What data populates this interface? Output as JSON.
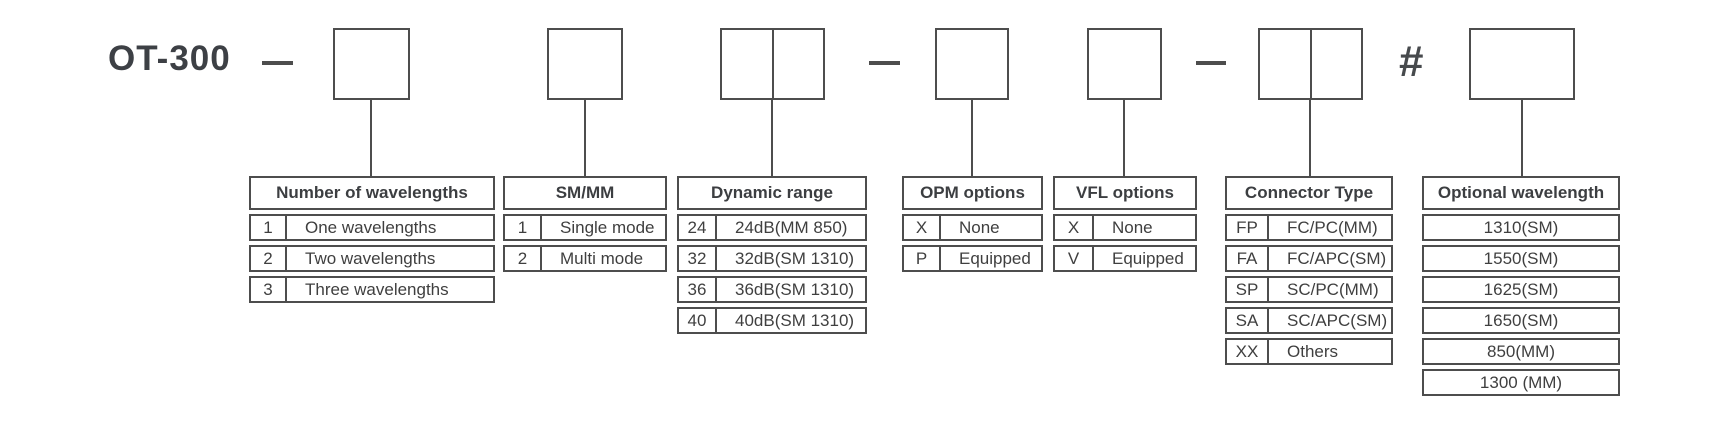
{
  "model": "OT-300",
  "hash_symbol": "#",
  "separator_dash": "—",
  "colors": {
    "line_and_border": "#4d4d4d",
    "text": "#3f3f3f",
    "title": "#3d4045"
  },
  "tables": [
    {
      "title": "Number of wavelengths",
      "rows": [
        {
          "code": "1",
          "label": "One wavelengths"
        },
        {
          "code": "2",
          "label": "Two wavelengths"
        },
        {
          "code": "3",
          "label": "Three wavelengths"
        }
      ]
    },
    {
      "title": "SM/MM",
      "rows": [
        {
          "code": "1",
          "label": "Single mode"
        },
        {
          "code": "2",
          "label": "Multi mode"
        }
      ]
    },
    {
      "title": "Dynamic range",
      "rows": [
        {
          "code": "24",
          "label": "24dB(MM 850)"
        },
        {
          "code": "32",
          "label": "32dB(SM 1310)"
        },
        {
          "code": "36",
          "label": "36dB(SM 1310)"
        },
        {
          "code": "40",
          "label": "40dB(SM 1310)"
        }
      ]
    },
    {
      "title": "OPM options",
      "rows": [
        {
          "code": "X",
          "label": "None"
        },
        {
          "code": "P",
          "label": "Equipped"
        }
      ]
    },
    {
      "title": "VFL options",
      "rows": [
        {
          "code": "X",
          "label": "None"
        },
        {
          "code": "V",
          "label": "Equipped"
        }
      ]
    },
    {
      "title": "Connector Type",
      "rows": [
        {
          "code": "FP",
          "label": "FC/PC(MM)"
        },
        {
          "code": "FA",
          "label": "FC/APC(SM)"
        },
        {
          "code": "SP",
          "label": "SC/PC(MM)"
        },
        {
          "code": "SA",
          "label": "SC/APC(SM)"
        },
        {
          "code": "XX",
          "label": "Others"
        }
      ]
    },
    {
      "title": "Optional wavelength",
      "rows": [
        {
          "label": "1310(SM)"
        },
        {
          "label": "1550(SM)"
        },
        {
          "label": "1625(SM)"
        },
        {
          "label": "1650(SM)"
        },
        {
          "label": "850(MM)"
        },
        {
          "label": "1300 (MM)"
        }
      ]
    }
  ]
}
